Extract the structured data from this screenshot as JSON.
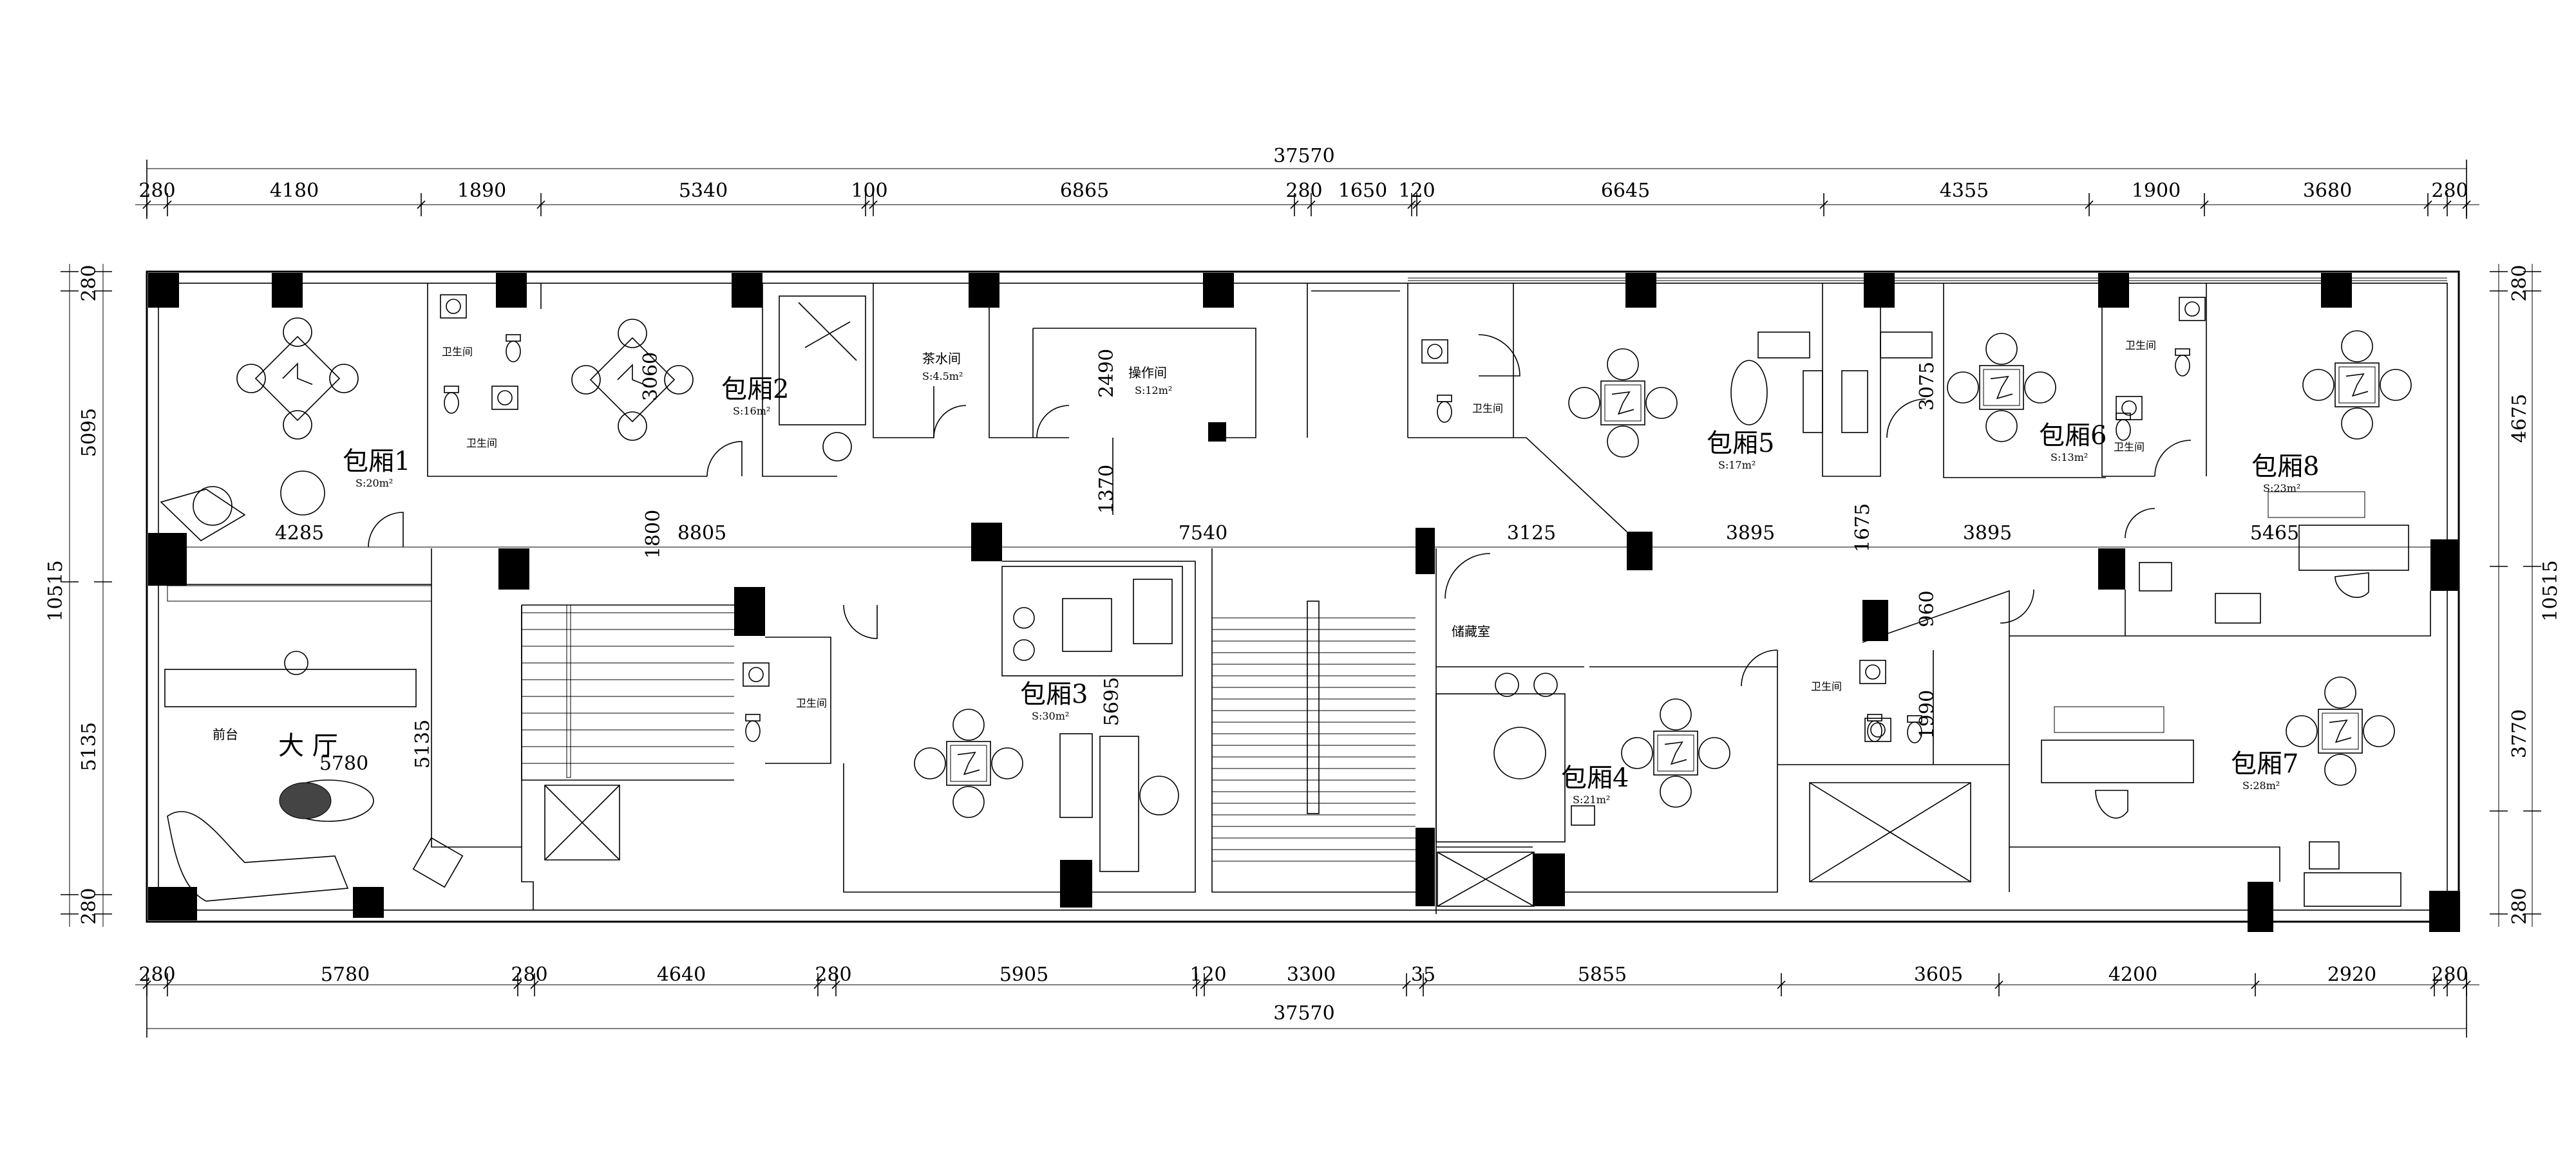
{
  "dimensions": {
    "top_total": "37570",
    "bottom_total": "37570",
    "top_segments": [
      "280",
      "4180",
      "1890",
      "5340",
      "100",
      "6865",
      "280",
      "1650",
      "120",
      "6645",
      "4355",
      "1900",
      "3680",
      "280"
    ],
    "bottom_segments": [
      "280",
      "5780",
      "280",
      "4640",
      "280",
      "5905",
      "120",
      "3300",
      "35",
      "5855",
      "3605",
      "4200",
      "2920",
      "280"
    ],
    "left_segments": [
      "280",
      "5095",
      "10515",
      "5135",
      "280"
    ],
    "right_segments": [
      "280",
      "4675",
      "10515",
      "3770",
      "280"
    ],
    "interior": [
      "4285",
      "8805",
      "1800",
      "3060",
      "2490",
      "1370",
      "7540",
      "3125",
      "3895",
      "1675",
      "3895",
      "5465",
      "3075",
      "960",
      "1990",
      "5695",
      "5780",
      "5135"
    ]
  },
  "rooms": [
    {
      "name": "包厢1",
      "area": "S:20m²"
    },
    {
      "name": "包厢2",
      "area": "S:16m²"
    },
    {
      "name": "茶水间",
      "area": "S:4.5m²"
    },
    {
      "name": "操作间",
      "area": "S:12m²"
    },
    {
      "name": "包厢5",
      "area": "S:17m²"
    },
    {
      "name": "包厢6",
      "area": "S:13m²"
    },
    {
      "name": "包厢8",
      "area": "S:23m²"
    },
    {
      "name": "包厢3",
      "area": "S:30m²"
    },
    {
      "name": "包厢4",
      "area": "S:21m²"
    },
    {
      "name": "包厢7",
      "area": "S:28m²"
    },
    {
      "name": "大 厅",
      "area": ""
    },
    {
      "name": "前台",
      "area": ""
    },
    {
      "name": "储藏室",
      "area": ""
    }
  ],
  "restrooms": [
    "卫生间",
    "卫生间",
    "卫生间",
    "卫生间",
    "卫生间",
    "卫生间",
    "卫生间"
  ]
}
